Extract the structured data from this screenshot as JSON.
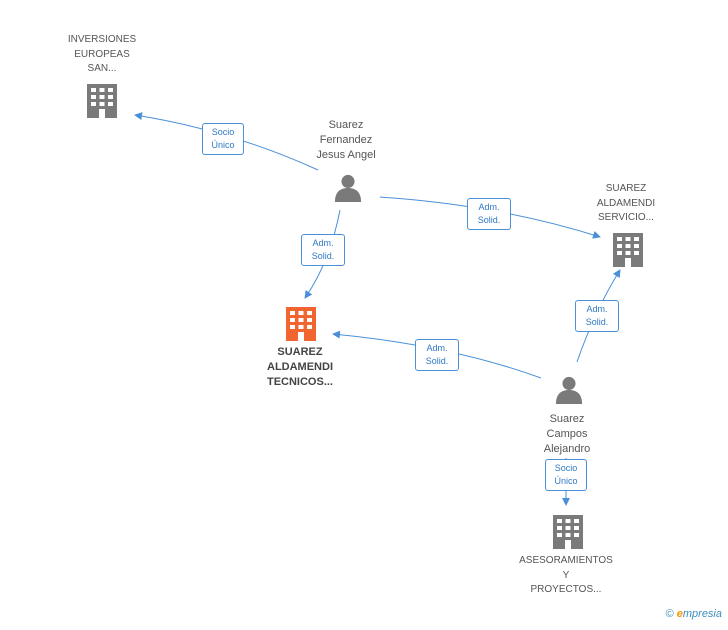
{
  "nodes": {
    "inversiones": {
      "lines": [
        "INVERSIONES",
        "EUROPEAS",
        "SAN..."
      ]
    },
    "suarez_fernandez": {
      "lines": [
        "Suarez",
        "Fernandez",
        "Jesus Angel"
      ]
    },
    "aldamendi_servicio": {
      "lines": [
        "SUAREZ",
        "ALDAMENDI",
        "SERVICIO..."
      ]
    },
    "aldamendi_tecnicos": {
      "lines": [
        "SUAREZ",
        "ALDAMENDI",
        "TECNICOS..."
      ]
    },
    "suarez_campos": {
      "lines": [
        "Suarez",
        "Campos",
        "Alejandro"
      ]
    },
    "asesoramientos": {
      "lines": [
        "ASESORAMIENTOS",
        "Y",
        "PROYECTOS..."
      ]
    }
  },
  "edges": {
    "e1": {
      "lines": [
        "Socio",
        "Único"
      ]
    },
    "e2": {
      "lines": [
        "Adm.",
        "Solid."
      ]
    },
    "e3": {
      "lines": [
        "Adm.",
        "Solid."
      ]
    },
    "e4": {
      "lines": [
        "Adm.",
        "Solid."
      ]
    },
    "e5": {
      "lines": [
        "Adm.",
        "Solid."
      ]
    },
    "e6": {
      "lines": [
        "Socio",
        "Único"
      ]
    }
  },
  "colors": {
    "edge": "#4a90d9",
    "icon_default": "#7a7a7a",
    "icon_highlight": "#f26430"
  },
  "footer": {
    "copyright": "©",
    "brand_e": "e",
    "brand_rest": "mpresia"
  }
}
